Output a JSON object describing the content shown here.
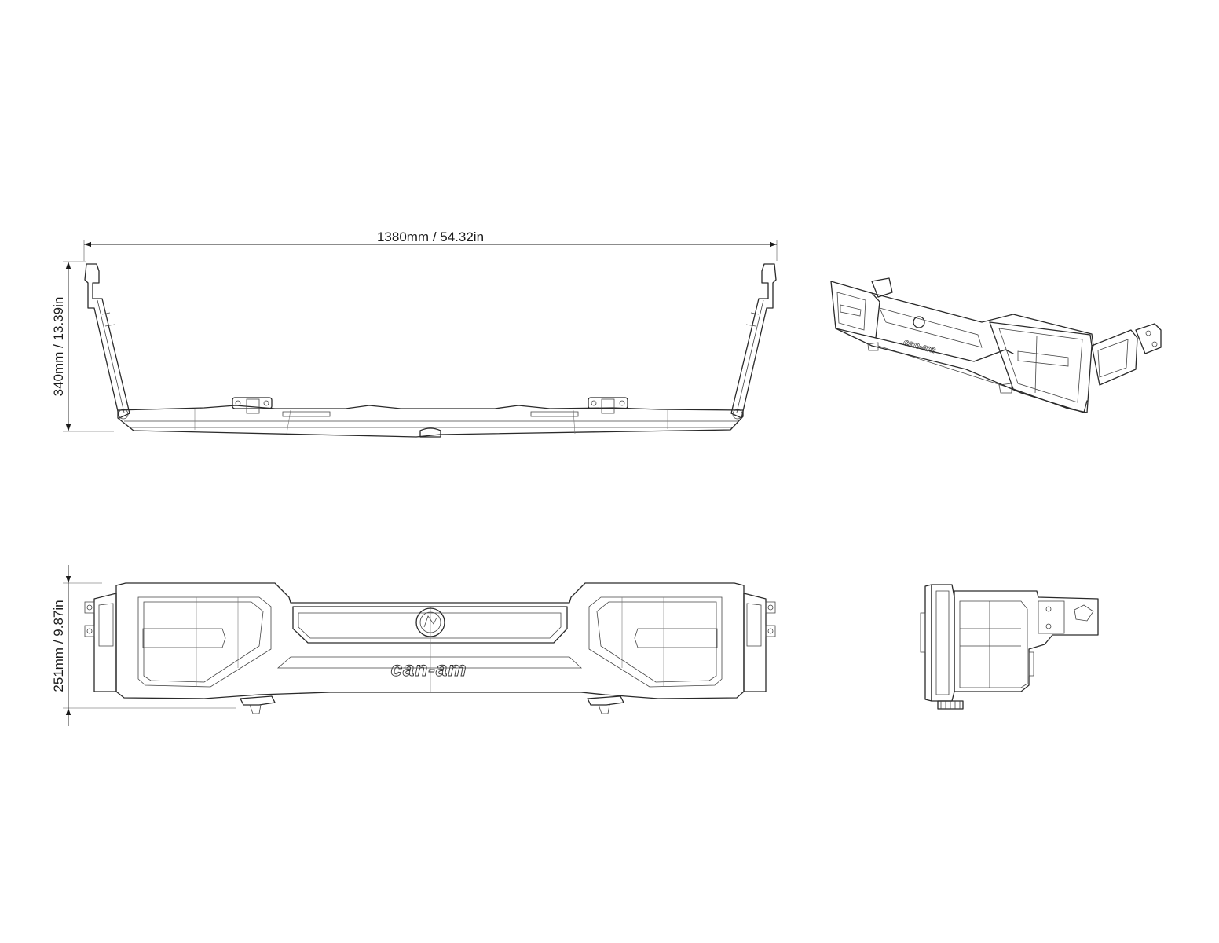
{
  "dimensions": {
    "width": "1380mm / 54.32in",
    "height_top_view": "340mm / 13.39in",
    "height_front_view": "251mm / 9.87in"
  },
  "branding": {
    "logo_text": "can-am"
  },
  "views": [
    {
      "id": "top",
      "icon": "top-view-outline"
    },
    {
      "id": "iso",
      "icon": "isometric-view-outline"
    },
    {
      "id": "front",
      "icon": "front-view-outline"
    },
    {
      "id": "side",
      "icon": "side-view-outline"
    }
  ]
}
